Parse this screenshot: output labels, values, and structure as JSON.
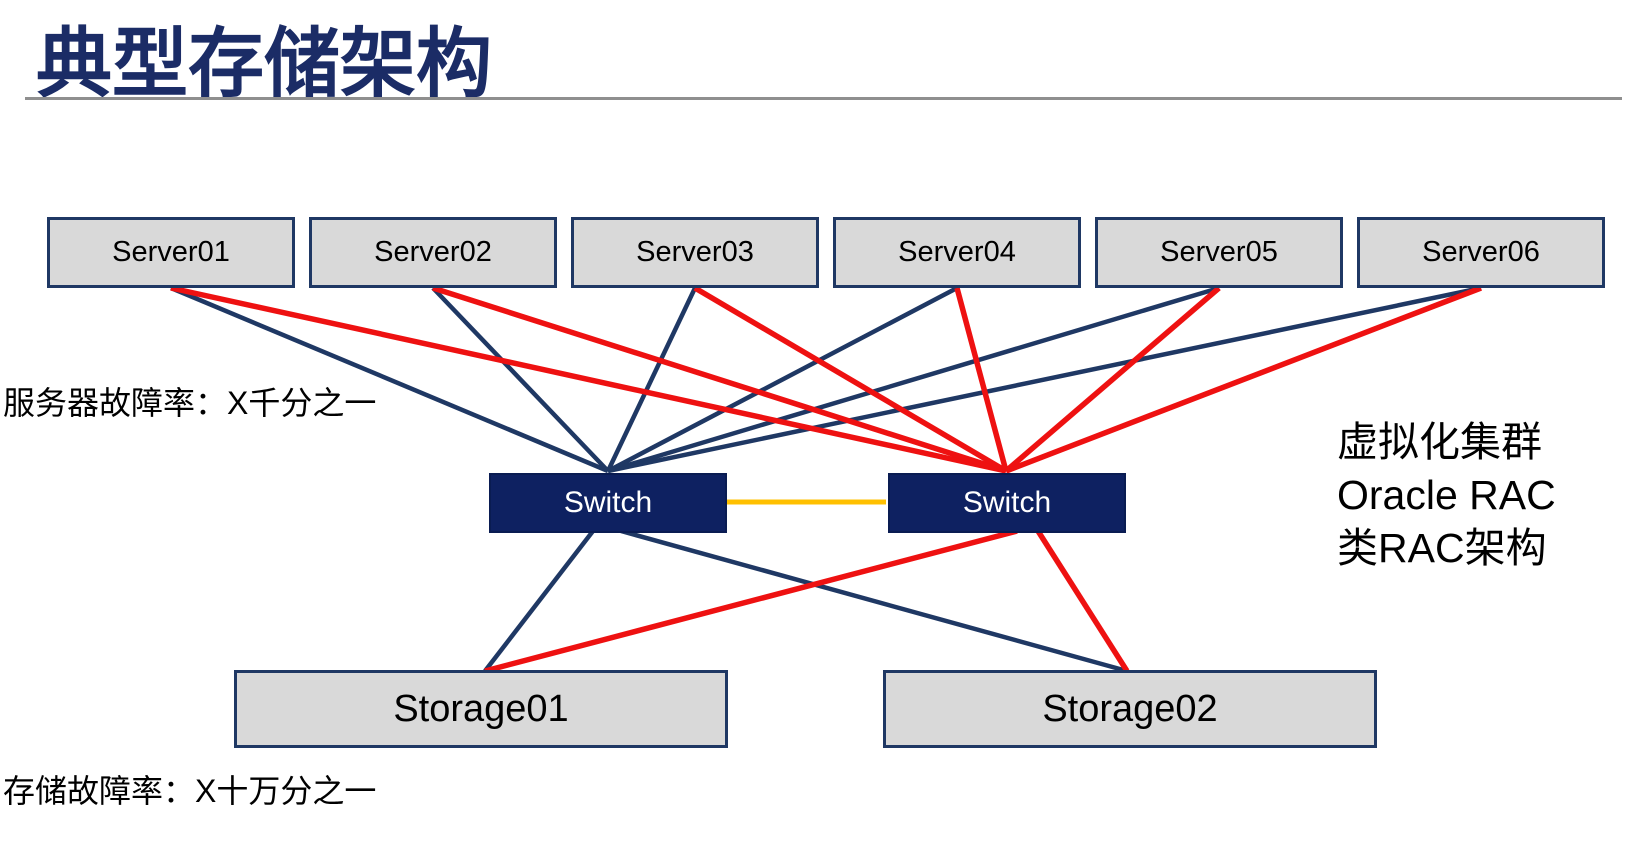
{
  "slide": {
    "title": "典型存储架构",
    "nodes": {
      "servers": [
        "Server01",
        "Server02",
        "Server03",
        "Server04",
        "Server05",
        "Server06"
      ],
      "switches": [
        "Switch",
        "Switch"
      ],
      "storages": [
        "Storage01",
        "Storage02"
      ]
    },
    "annotations": {
      "server_failure_rate": "服务器故障率：X千分之一",
      "storage_failure_rate": "存储故障率：X十万分之一",
      "cluster_notes": [
        "虚拟化集群",
        "Oracle RAC",
        "类RAC架构"
      ]
    },
    "colors": {
      "title_text": "#1b2c66",
      "path_a_navy": "#1f3864",
      "path_b_red": "#ee1111",
      "inter_switch_orange": "#ffc000",
      "switch_fill": "#0e2161",
      "switch_text": "#ffffff",
      "node_fill": "#d9d9d9",
      "node_border": "#1f3864",
      "divider_gray": "#8f8f8f"
    },
    "connections": [
      {
        "from": "server-1",
        "to": "switch-a",
        "path": "a"
      },
      {
        "from": "server-2",
        "to": "switch-a",
        "path": "a"
      },
      {
        "from": "server-3",
        "to": "switch-a",
        "path": "a"
      },
      {
        "from": "server-4",
        "to": "switch-a",
        "path": "a"
      },
      {
        "from": "server-5",
        "to": "switch-a",
        "path": "a"
      },
      {
        "from": "server-6",
        "to": "switch-a",
        "path": "a"
      },
      {
        "from": "server-1",
        "to": "switch-b",
        "path": "b"
      },
      {
        "from": "server-2",
        "to": "switch-b",
        "path": "b"
      },
      {
        "from": "server-3",
        "to": "switch-b",
        "path": "b"
      },
      {
        "from": "server-4",
        "to": "switch-b",
        "path": "b"
      },
      {
        "from": "server-5",
        "to": "switch-b",
        "path": "b"
      },
      {
        "from": "server-6",
        "to": "switch-b",
        "path": "b"
      },
      {
        "from": "switch-a",
        "to": "storage-1",
        "path": "a"
      },
      {
        "from": "switch-a",
        "to": "storage-2",
        "path": "a"
      },
      {
        "from": "switch-b",
        "to": "storage-1",
        "path": "b"
      },
      {
        "from": "switch-b",
        "to": "storage-2",
        "path": "b"
      },
      {
        "from": "switch-a",
        "to": "switch-b",
        "path": "isl"
      }
    ]
  }
}
